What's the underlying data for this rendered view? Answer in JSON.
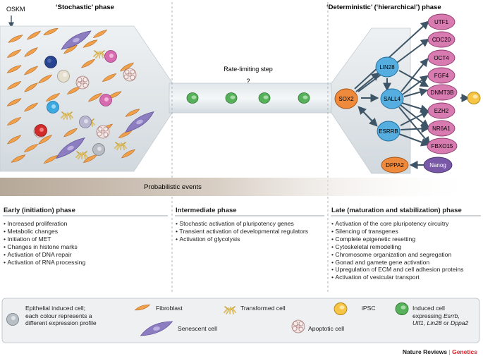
{
  "header": {
    "oskm": "OSKM",
    "phase_stochastic": "‘Stochastic’ phase",
    "phase_deterministic": "‘Deterministic’ (‘hierarchical’) phase"
  },
  "middle": {
    "rate_limiting": "Rate-limiting step",
    "question": "?"
  },
  "network": {
    "left_nodes": [
      "SOX2",
      "LIN28",
      "SALL4",
      "ESRRB",
      "DPPA2"
    ],
    "right_nodes": [
      "UTF1",
      "CDC20",
      "OCT4",
      "FGF4",
      "DNMT3B",
      "EZH2",
      "NR6A1",
      "FBXO15",
      "Nanog"
    ]
  },
  "band": {
    "label": "Probabilistic events"
  },
  "columns": [
    {
      "title": "Early (initiation) phase",
      "items": [
        "Increased proliferation",
        "Metabolic changes",
        "Initiation of MET",
        "Changes in histone marks",
        "Activation of DNA repair",
        "Activation of RNA processing"
      ]
    },
    {
      "title": "Intermediate phase",
      "items": [
        "Stochastic activation of pluripotency genes",
        "Transient activation of developmental regulators",
        "Activation of glycolysis"
      ]
    },
    {
      "title": "Late (maturation and stabilization) phase",
      "items": [
        "Activation of the core pluripotency circuitry",
        "Silencing of transgenes",
        "Complete epigenetic resetting",
        "Cytoskeletal remodelling",
        "Chromosome organization and segregation",
        "Gonad and gamete gene activation",
        "Upregulation of ECM and cell adhesion proteins",
        "Activation of vesicular transport"
      ]
    }
  ],
  "legend": {
    "epithelial": [
      "Epithelial induced cell;",
      "each colour represents a",
      "different expression profile"
    ],
    "fibroblast": "Fibroblast",
    "senescent": "Senescent cell",
    "transformed": "Transformed cell",
    "apoptotic": "Apoptotic cell",
    "ipsc": "iPSC",
    "induced_prefix": "Induced cell",
    "induced_line2": "expressing",
    "induced_gene1": "Esrrb,",
    "induced_gene2": "Utf1, Lin28",
    "induced_or": "or",
    "induced_gene3": "Dppa2"
  },
  "footer": {
    "journal": "Nature Reviews",
    "separator": "|",
    "section": "Genetics"
  },
  "colors": {
    "fibroblast": "#f0a04b",
    "senescent": "#8c7cc0",
    "node_pink": "#d77bb0",
    "node_blue": "#56aee0",
    "node_orange": "#ef8a3c",
    "node_purple": "#7a58a8",
    "induced_green": "#57b05a",
    "ipsc_yellow": "#f7c545",
    "arrow": "#3d5566",
    "genetics_red": "#d2232a"
  }
}
